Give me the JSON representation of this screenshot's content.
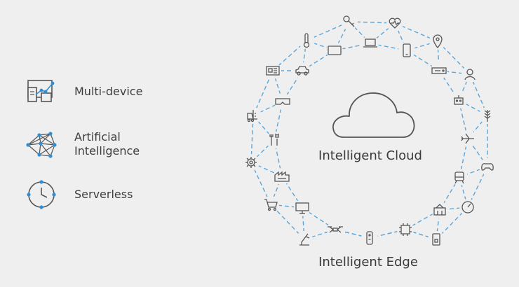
{
  "legend": {
    "items": [
      {
        "label": "Multi-device",
        "icon": "multi-device-icon"
      },
      {
        "label": "Artificial\nIntelligence",
        "icon": "neural-network-icon"
      },
      {
        "label": "Serverless",
        "icon": "serverless-clock-icon"
      }
    ]
  },
  "cloud": {
    "label": "Intelligent Cloud"
  },
  "edge": {
    "label": "Intelligent Edge"
  },
  "colors": {
    "accent": "#2f8fd6",
    "line": "#5aa6db",
    "icon": "#555555",
    "background": "#efefef"
  },
  "edge_nodes": [
    {
      "icon": "key-icon"
    },
    {
      "icon": "heart-rate-icon"
    },
    {
      "icon": "location-pin-icon"
    },
    {
      "icon": "user-icon"
    },
    {
      "icon": "robot-icon"
    },
    {
      "icon": "wheat-icon"
    },
    {
      "icon": "airplane-icon"
    },
    {
      "icon": "game-controller-icon"
    },
    {
      "icon": "train-icon"
    },
    {
      "icon": "gauge-icon"
    },
    {
      "icon": "building-icon"
    },
    {
      "icon": "smart-lock-icon"
    },
    {
      "icon": "chip-icon"
    },
    {
      "icon": "remote-icon"
    },
    {
      "icon": "drone-icon"
    },
    {
      "icon": "robot-arm-icon"
    },
    {
      "icon": "shopping-cart-icon"
    },
    {
      "icon": "gear-icon"
    },
    {
      "icon": "forklift-icon"
    },
    {
      "icon": "newspaper-icon"
    },
    {
      "icon": "thermometer-icon"
    },
    {
      "icon": "tablet-icon"
    },
    {
      "icon": "laptop-icon"
    },
    {
      "icon": "phone-icon"
    },
    {
      "icon": "server-icon"
    },
    {
      "icon": "car-icon"
    },
    {
      "icon": "vr-headset-icon"
    },
    {
      "icon": "tools-icon"
    },
    {
      "icon": "factory-icon"
    },
    {
      "icon": "monitor-icon"
    }
  ]
}
